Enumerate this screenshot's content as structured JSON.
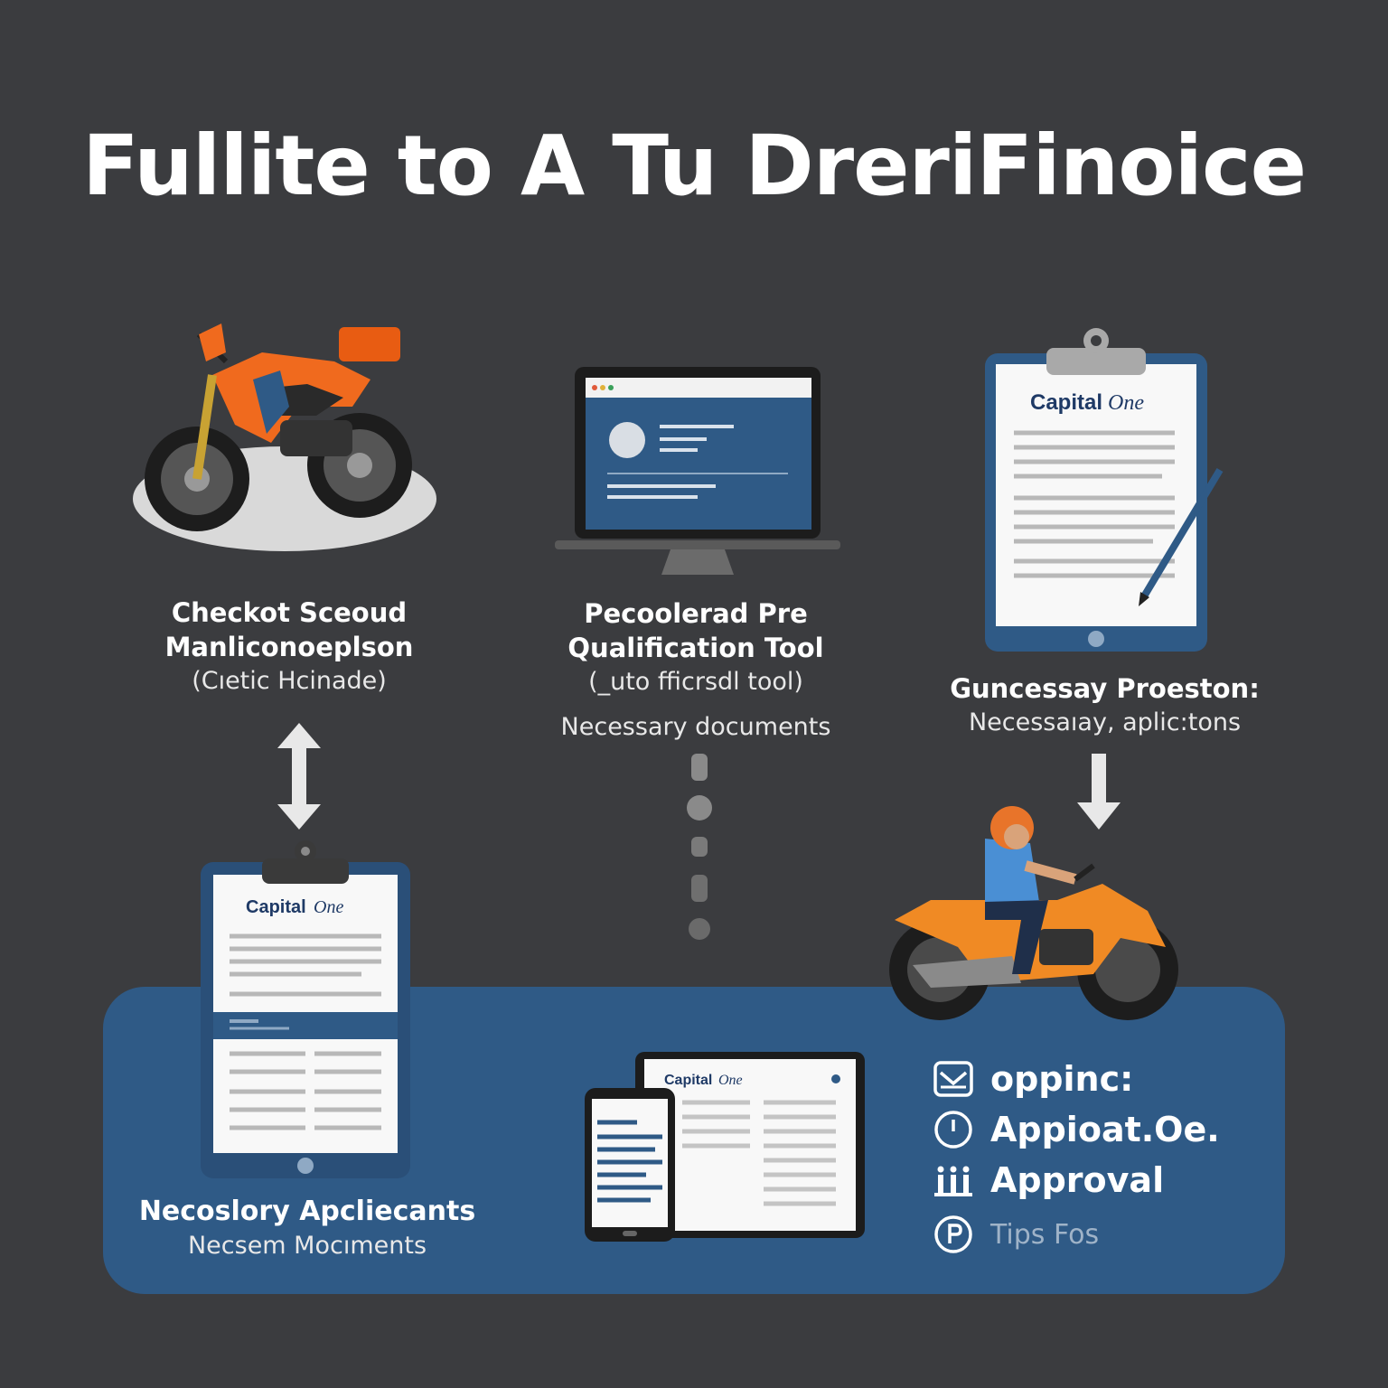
{
  "title": "Fullite to A Tu DreriFinoice",
  "colors": {
    "background": "#3b3c3f",
    "panel": "#2f5a86",
    "accent_orange": "#f06a1e",
    "doc_blue": "#2f5a86"
  },
  "step_motorcycle": {
    "line1": "Checkot Sceoud",
    "line2": "Manliconoeplson",
    "line3": "(Cıetic Hcinade)"
  },
  "step_tool": {
    "line1": "Pecoolerad Pre",
    "line2": "Qualification Tool",
    "line3": "(_uto fficrsdl tool)",
    "line4": "Necessary documents"
  },
  "step_application": {
    "line1": "Guncessay Proeston:",
    "line2": "Necessaıay, aplic:tons"
  },
  "doc_brand": {
    "name": "Capital",
    "name_script": "One"
  },
  "bottom_left": {
    "line1": "Necoslory Apcliecants",
    "line2": "Necsem Mocıments"
  },
  "menu": [
    {
      "icon": "mail-icon",
      "label": "oppinc:"
    },
    {
      "icon": "clock-icon",
      "label": "Appioat.Oe."
    },
    {
      "icon": "approval-icon",
      "label": "Approval"
    },
    {
      "icon": "tips-icon",
      "label": "Tips Fos"
    }
  ]
}
